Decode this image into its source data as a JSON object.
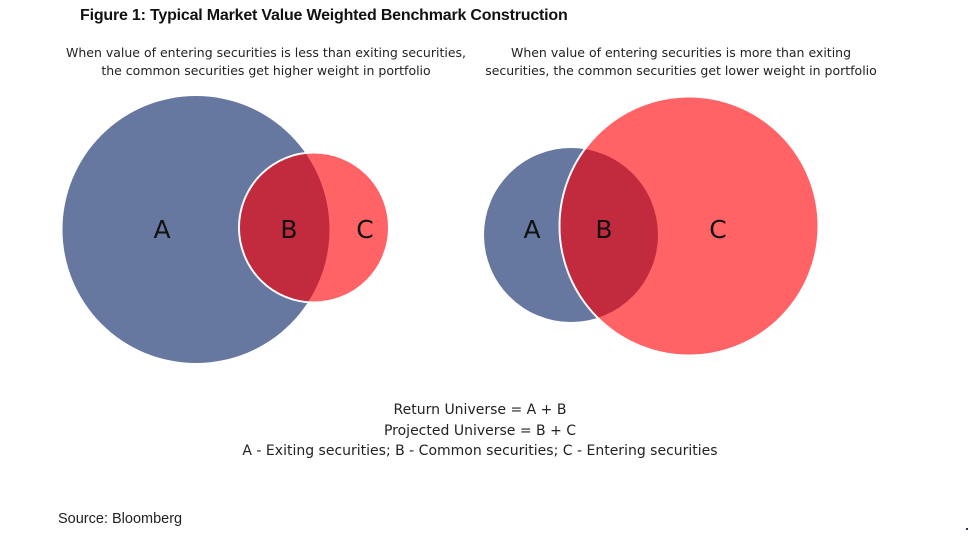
{
  "figure": {
    "title": "Figure 1: Typical Market Value Weighted Benchmark Construction",
    "source": "Source: Bloomberg"
  },
  "panels": [
    {
      "subtitle_line1": "When value of entering securities is less than exiting securities,",
      "subtitle_line2": "the common securities get higher weight in portfolio",
      "labels": {
        "a": "A",
        "b": "B",
        "c": "C"
      }
    },
    {
      "subtitle_line1": "When value of entering securities is more than exiting",
      "subtitle_line2": "securities, the common securities get lower weight in portfolio",
      "labels": {
        "a": "A",
        "b": "B",
        "c": "C"
      }
    }
  ],
  "legend": {
    "line1": "Return Universe = A + B",
    "line2": "Projected Universe = B + C",
    "line3": "A - Exiting securities; B - Common securities; C - Entering securities"
  },
  "colors": {
    "exiting_a": "#6678A0",
    "entering_c": "#FF6366",
    "common_b": "#C22B3D",
    "outline": "#FFFFFF"
  }
}
